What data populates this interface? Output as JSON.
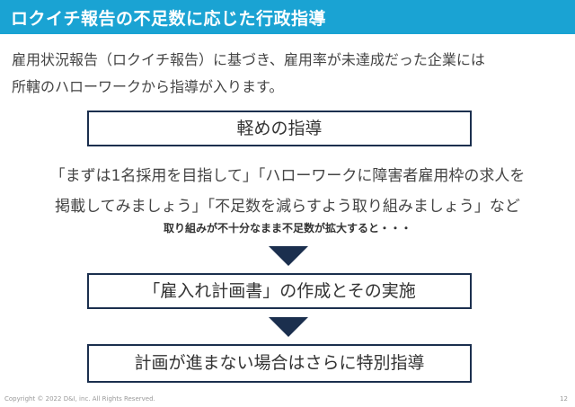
{
  "slide": {
    "title": "ロクイチ報告の不足数に応じた行政指導",
    "intro_line1": "雇用状況報告（ロクイチ報告）に基づき、雇用率が未達成だった企業には",
    "intro_line2": "所轄のハローワークから指導が入ります。",
    "step1": "軽めの指導",
    "example_line1": "「まずは1名採用を目指して」「ハローワークに障害者雇用枠の求人を",
    "example_line2": "掲載してみましょう」「不足数を減らすよう取り組みましょう」など",
    "note": "取り組みが不十分なまま不足数が拡大すると・・・",
    "step2": "「雇入れ計画書」の作成とその実施",
    "step3": "計画が進まない場合はさらに特別指導",
    "copyright": "Copyright © 2022 D&I, inc. All Rights Reserved.",
    "page_number": "12"
  },
  "colors": {
    "title_bar": "#1aa3d3",
    "box_border": "#1b2f4e",
    "arrow": "#1b2f4e"
  }
}
